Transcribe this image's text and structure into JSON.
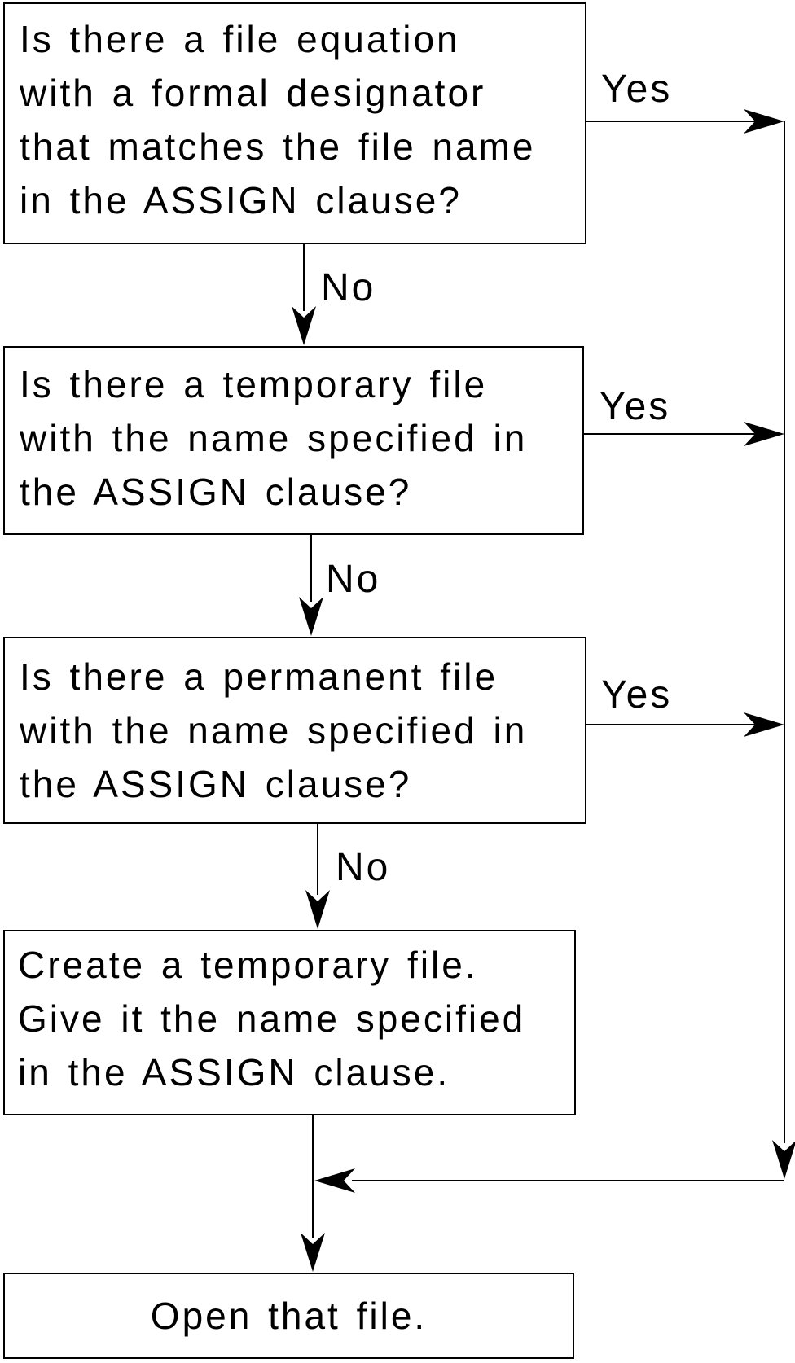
{
  "diagram": {
    "type": "flowchart",
    "colors": {
      "background": "#ffffff",
      "line": "#000000",
      "text": "#000000"
    },
    "boxes": [
      {
        "name": "file-equation-question",
        "lines": [
          "Is there a file equation",
          "with a formal designator",
          "that matches the file name",
          "in the ASSIGN clause?"
        ]
      },
      {
        "name": "temporary-file-question",
        "lines": [
          "Is there a temporary file",
          "with the name specified in",
          "the ASSIGN clause?"
        ]
      },
      {
        "name": "permanent-file-question",
        "lines": [
          "Is there a permanent file",
          "with the name specified in",
          "the ASSIGN clause?"
        ]
      },
      {
        "name": "create-temporary-file-action",
        "lines": [
          "Create a temporary file.",
          "Give it the name specified",
          "in the ASSIGN clause."
        ]
      },
      {
        "name": "open-file-action",
        "lines": [
          "Open that file."
        ]
      }
    ],
    "edges": [
      {
        "from": "file-equation-question",
        "direction": "right",
        "label": "Yes"
      },
      {
        "from": "file-equation-question",
        "direction": "down",
        "label": "No"
      },
      {
        "from": "temporary-file-question",
        "direction": "right",
        "label": "Yes"
      },
      {
        "from": "temporary-file-question",
        "direction": "down",
        "label": "No"
      },
      {
        "from": "permanent-file-question",
        "direction": "right",
        "label": "Yes"
      },
      {
        "from": "permanent-file-question",
        "direction": "down",
        "label": "No"
      },
      {
        "from": "yes-merge-line",
        "direction": "left",
        "label": ""
      },
      {
        "from": "create-temporary-file-action",
        "direction": "down",
        "label": ""
      }
    ]
  }
}
